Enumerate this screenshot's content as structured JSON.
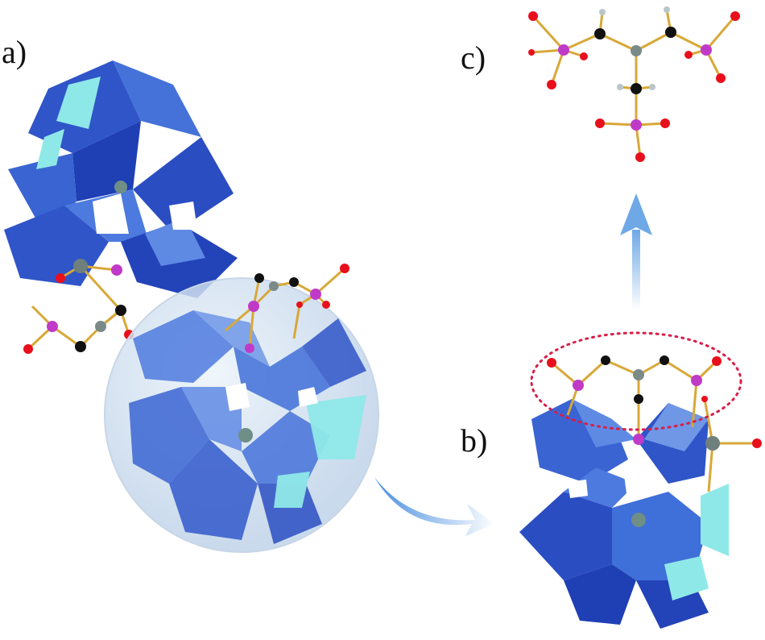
{
  "panels": [
    {
      "id": "a",
      "label": "a)"
    },
    {
      "id": "b",
      "label": "b)"
    },
    {
      "id": "c",
      "label": "c)"
    }
  ],
  "colors": {
    "polyhedron_dark": "#1f3fb5",
    "polyhedron_mid": "#3f6fd8",
    "polyhedron_light": "#7fa7ec",
    "polyhedron_cyan": "#8fe8e8",
    "oxygen": "#e8101c",
    "phosphorus": "#c03ac8",
    "carbon": "#111111",
    "nitrogen_metal": "#7a8a88",
    "hydrogen": "#b9c6c8",
    "bond": "#d8a838",
    "selection_ring": "#d81e4a",
    "arrow": "#7fb5ea",
    "highlight_sphere": "#c9dcef"
  }
}
